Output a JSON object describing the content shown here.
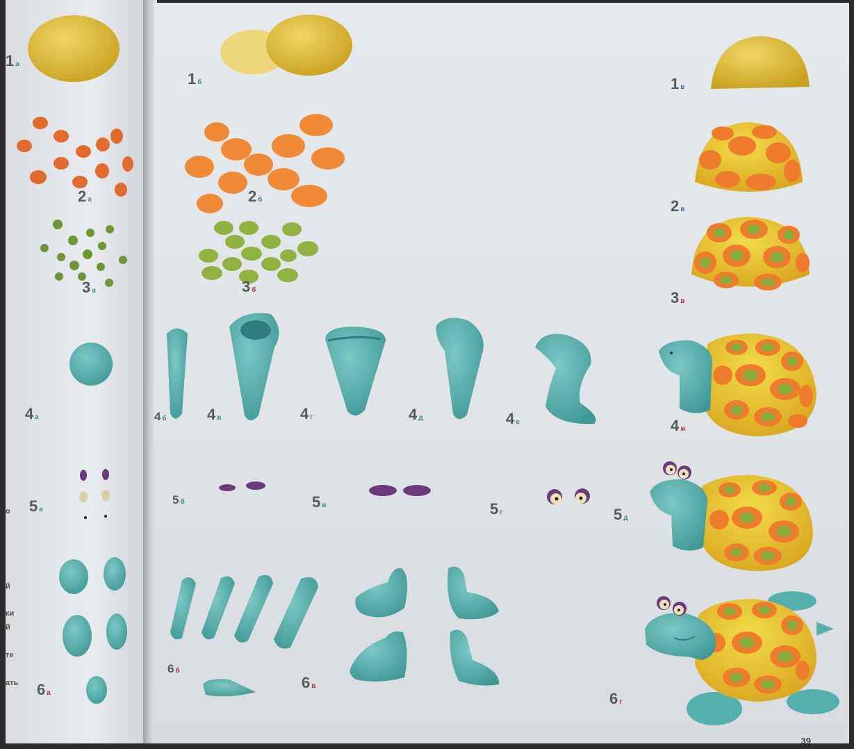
{
  "labels": {
    "l1a": {
      "num": "1",
      "sub": "а"
    },
    "l1b": {
      "num": "1",
      "sub": "б"
    },
    "l1v": {
      "num": "1",
      "sub": "в"
    },
    "l2a": {
      "num": "2",
      "sub": "а"
    },
    "l2b": {
      "num": "2",
      "sub": "б"
    },
    "l2v": {
      "num": "2",
      "sub": "в"
    },
    "l3a": {
      "num": "3",
      "sub": "а"
    },
    "l3b": {
      "num": "3",
      "sub": "б"
    },
    "l3v": {
      "num": "3",
      "sub": "в"
    },
    "l4a": {
      "num": "4",
      "sub": "а"
    },
    "l4b": {
      "num": "4",
      "sub": "б"
    },
    "l4v": {
      "num": "4",
      "sub": "в"
    },
    "l4g": {
      "num": "4",
      "sub": "г"
    },
    "l4d": {
      "num": "4",
      "sub": "д"
    },
    "l4e": {
      "num": "4",
      "sub": "е"
    },
    "l4zh": {
      "num": "4",
      "sub": "ж"
    },
    "l5a": {
      "num": "5",
      "sub": "а"
    },
    "l5b": {
      "num": "5",
      "sub": "б"
    },
    "l5v": {
      "num": "5",
      "sub": "в"
    },
    "l5g": {
      "num": "5",
      "sub": "г"
    },
    "l5d": {
      "num": "5",
      "sub": "д"
    },
    "l6a": {
      "num": "6",
      "sub": "а"
    },
    "l6b": {
      "num": "6",
      "sub": "б"
    },
    "l6v": {
      "num": "6",
      "sub": "в"
    },
    "l6g": {
      "num": "6",
      "sub": "г"
    }
  },
  "edge_text": [
    "о",
    "й",
    "ки",
    "й",
    "те",
    "ать"
  ],
  "page_number": "39",
  "colors": {
    "yellow": "#e3c13a",
    "orange": "#ef7b2c",
    "green": "#8bac3a",
    "teal": "#55b0ad",
    "purple": "#6b3a78",
    "cream": "#e6dcb3"
  }
}
